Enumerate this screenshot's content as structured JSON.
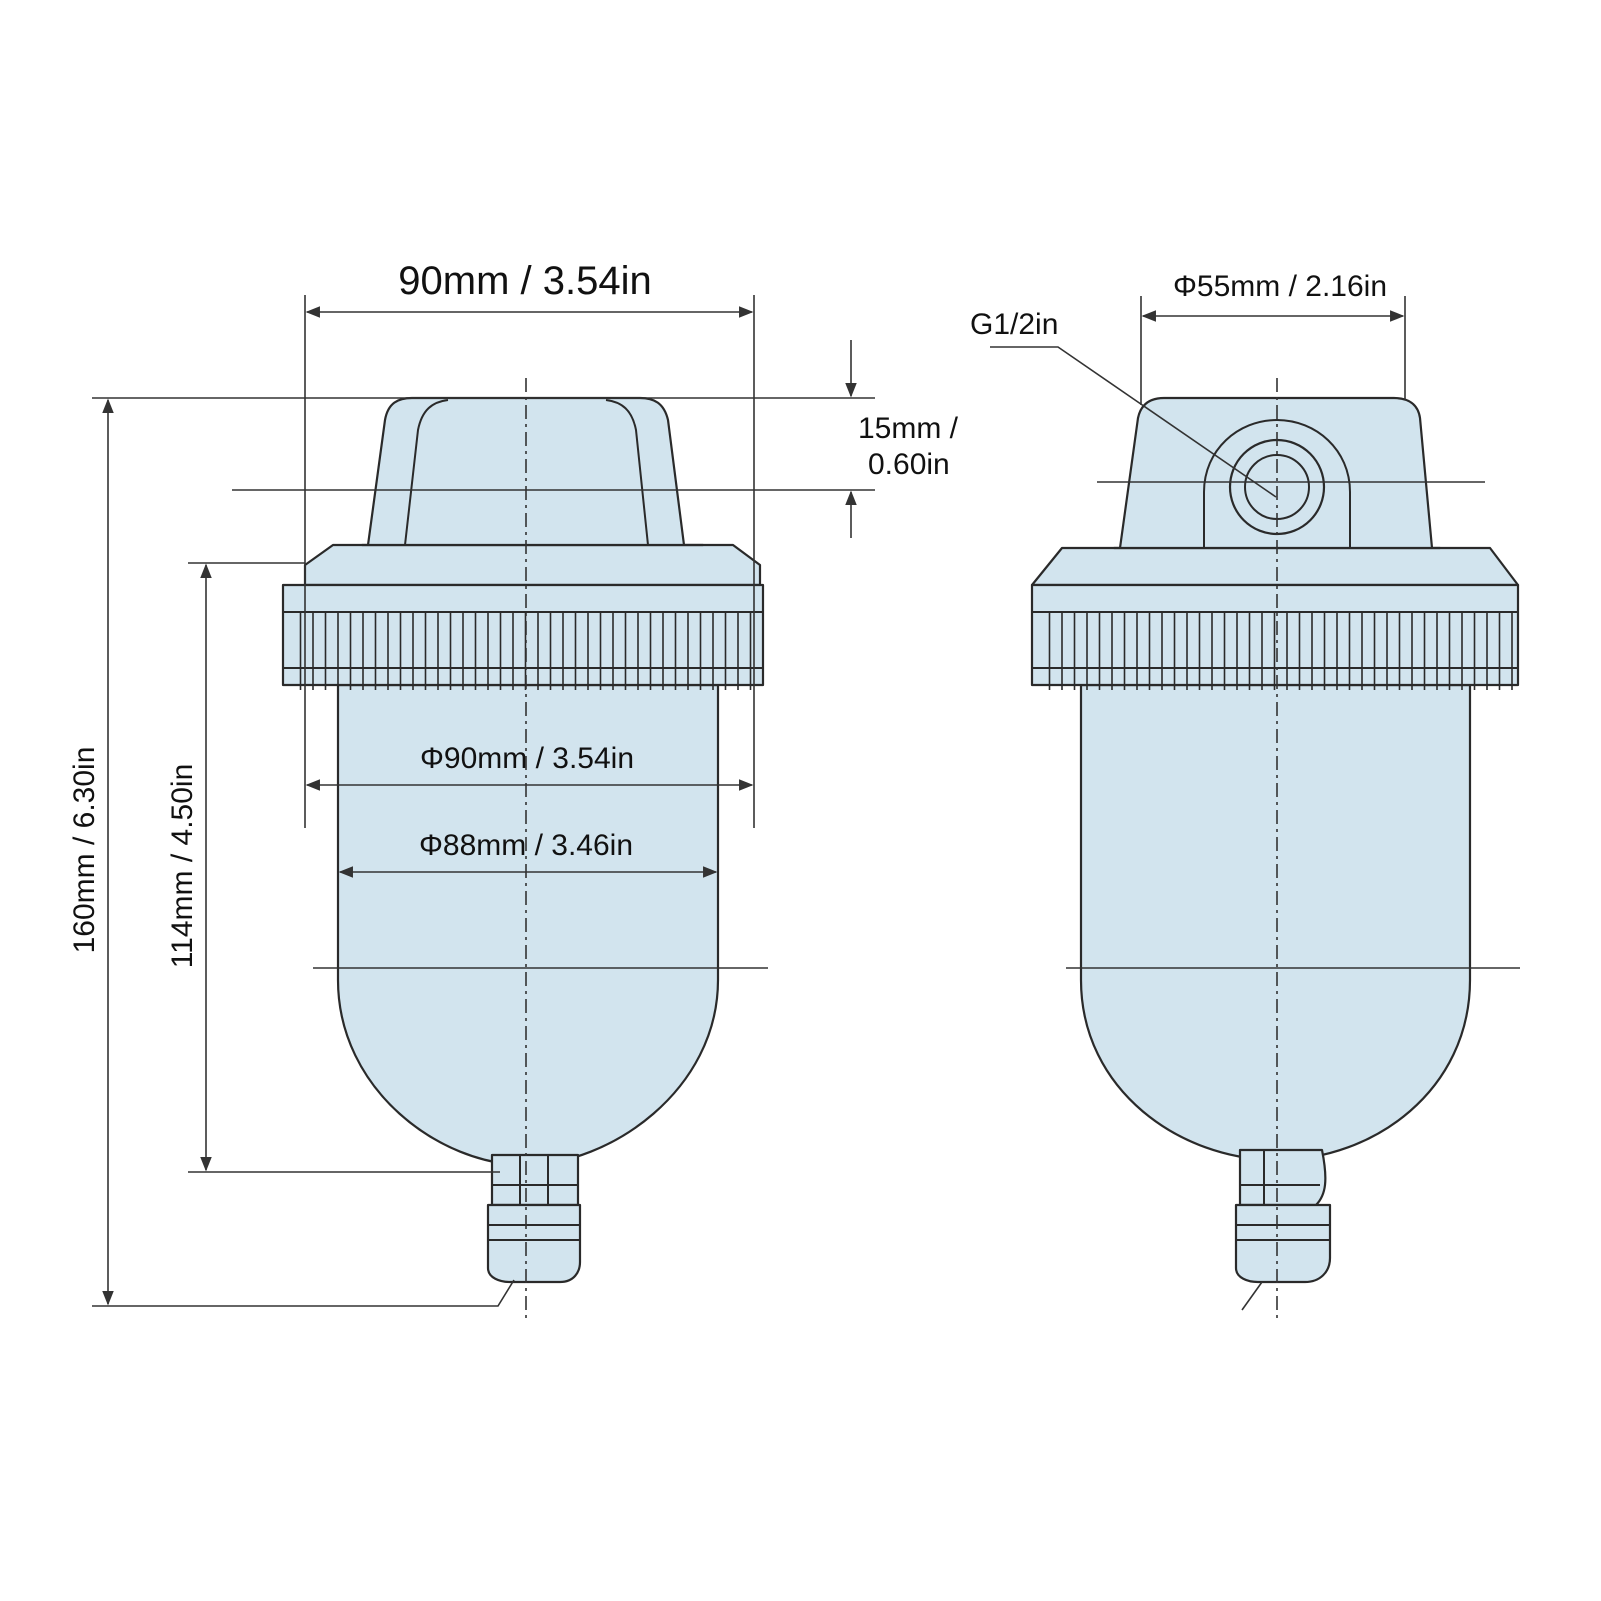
{
  "labels": {
    "width_top": "90mm / 3.54in",
    "cap_height_line1": "15mm /",
    "cap_height_line2": "0.60in",
    "total_height": "160mm / 6.30in",
    "bowl_height": "114mm / 4.50in",
    "ring_diameter": "Φ90mm / 3.54in",
    "bowl_diameter": "Φ88mm / 3.46in",
    "port_diameter": "Φ55mm / 2.16in",
    "thread": "G1/2in"
  },
  "colors": {
    "body_fill": "#d2e4ee",
    "outline": "#2a2a2a"
  }
}
